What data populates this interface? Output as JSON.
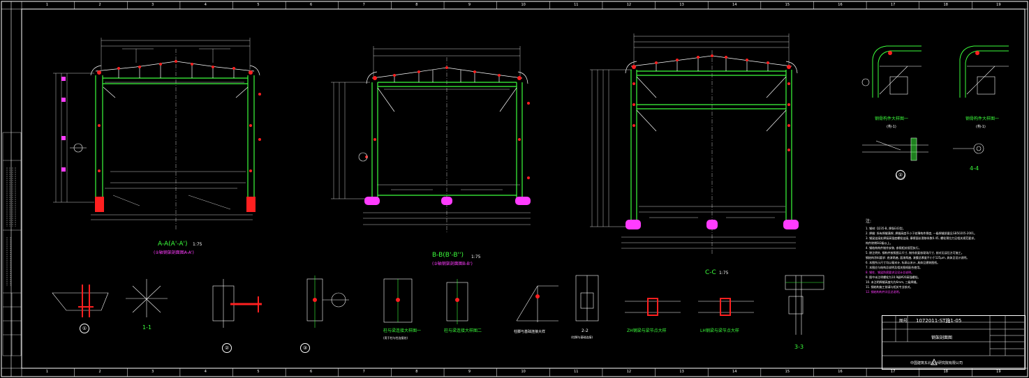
{
  "drawing": {
    "views": [
      {
        "title": "A-A(A'-A')",
        "subtitle": "(②轴钢架剖面图A-A')",
        "scale": "1:75"
      },
      {
        "title": "B-B(B'-B'')",
        "subtitle": "(③轴钢架剖面图B-B')",
        "scale": "1:75"
      },
      {
        "title": "C-C",
        "scale": "1:75"
      }
    ],
    "details": [
      {
        "mark": "①"
      },
      {
        "mark": "1-1"
      },
      {
        "mark": "②"
      },
      {
        "mark": "③"
      },
      {
        "mark": "柱与梁连接大样图一",
        "sub": "(用于柱与柱连接处)"
      },
      {
        "mark": "柱与梁连接大样图二"
      },
      {
        "mark": "柱脚与基础连接大样"
      },
      {
        "mark": "2-2",
        "sub": "(柱脚与基础连接)"
      },
      {
        "mark": "ZH钢梁与梁节点大样"
      },
      {
        "mark": "LH钢梁与梁节点大样"
      },
      {
        "mark": "3-3"
      },
      {
        "mark": "②"
      },
      {
        "mark": "4-4"
      },
      {
        "mark": "钢骨构件大样图一",
        "sub": "(构-1)"
      },
      {
        "mark": "钢骨构件大样图一",
        "sub": "(构-1)"
      }
    ],
    "notes": {
      "heading": "注:",
      "lines": [
        "1. 钢材: Q235-B, 焊条E43型。",
        "2. 焊缝: 所有焊缝满焊, 焊缝高度不小于较薄构件厚度, 一级焊缝质量见GB50205-2001。",
        "3. 钢梁连接处焊接高强度螺栓连接, 摩擦面抗滑移系数0.45, 螺栓预拉力见相关规范要求。",
        "   构件除锈St2级以上。",
        "4. 钢结构构件制作安装, 参照相关规范执行。",
        "5. 除注明外, 钢构件按照图示尺寸, 制作前复核现场尺寸, 核对无误后方可施工。",
        "   钢结构涂料要求: 底漆两遍, 面漆两遍, 漆膜总厚度不小于125μm, 具体见设计说明。",
        "6. 本图所示尺寸均以毫米计, 标高以米计, 具体见建筑图纸。",
        "7. 本图应与结构总说明及相关图纸配合使用。",
        "8. 钢柱、钢梁防腐要求见设计总说明。",
        "9. 图中未注明螺栓为10.9级M20高强螺栓。",
        "10. 未注明焊缝高度均为6mm, 三级焊缝。",
        "11. 钢结构施工前请与相关专业核对。",
        "12. 钢结构构件详见总说明。"
      ],
      "colors": [
        "#ffffff",
        "#ffffff",
        "#ffffff",
        "#ffffff",
        "#ffffff",
        "#ffffff",
        "#ffffff",
        "#ffffff",
        "#ffffff",
        "#ff3cff",
        "#ffffff",
        "#ffffff",
        "#ffffff",
        "#ff3cff"
      ]
    },
    "title_block": {
      "label_no": "图号",
      "drawing_no": "1072011-ST施1-05",
      "drawing_name": "钢架剖面图",
      "company": "中国建筑东北设计研究院有限公司"
    },
    "grid_numbers_top": [
      "1",
      "2",
      "3",
      "4",
      "5",
      "6",
      "7",
      "8",
      "9",
      "10",
      "11",
      "12",
      "13",
      "14",
      "15",
      "16",
      "17",
      "18",
      "19"
    ],
    "colors": {
      "background": "#000000",
      "frame": "#ffffff",
      "steel": "#3cff3c",
      "section": "#ff3cff",
      "connection": "#ff2020",
      "dimension": "#ffffff"
    }
  }
}
